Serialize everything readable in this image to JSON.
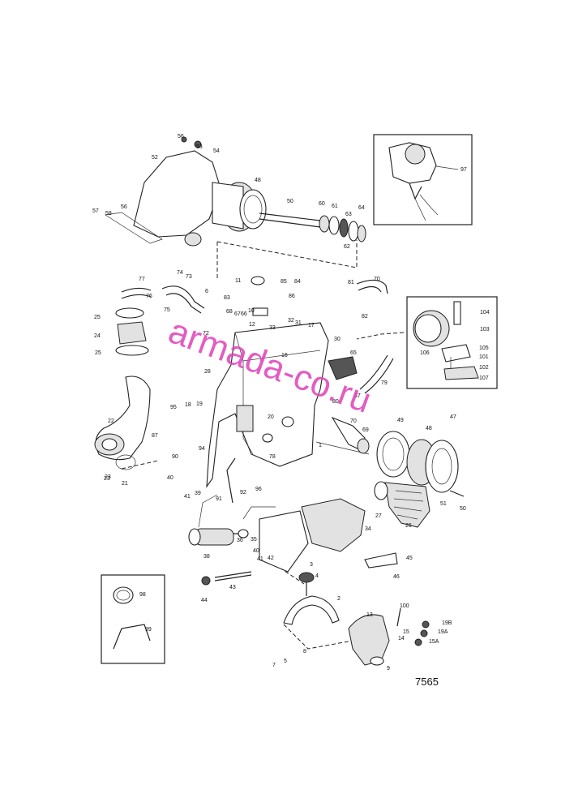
{
  "drawing": {
    "number": "7565",
    "watermark": "armada-co.ru"
  },
  "labels": [
    "56",
    "53",
    "54",
    "52",
    "48",
    "50",
    "60",
    "61",
    "63",
    "64",
    "62",
    "57",
    "58",
    "56",
    "97",
    "77",
    "74",
    "73",
    "6",
    "11",
    "85",
    "84",
    "83",
    "86",
    "81",
    "70",
    "82",
    "76",
    "75",
    "68",
    "67",
    "66",
    "10",
    "12",
    "32",
    "33",
    "31",
    "17",
    "72",
    "25",
    "24",
    "25",
    "23",
    "104",
    "103",
    "106",
    "105",
    "101",
    "102",
    "107",
    "30",
    "28",
    "16",
    "65",
    "79",
    "37",
    "80",
    "95",
    "18",
    "19",
    "20",
    "87",
    "22",
    "90",
    "94",
    "78",
    "1",
    "70",
    "69",
    "47",
    "49",
    "48",
    "23",
    "21",
    "40",
    "41",
    "39",
    "96",
    "92",
    "91",
    "27",
    "26",
    "51",
    "50",
    "34",
    "36",
    "35",
    "38",
    "41",
    "40",
    "42",
    "45",
    "3",
    "4",
    "46",
    "44",
    "43",
    "98",
    "99",
    "2",
    "13",
    "100",
    "15",
    "19B",
    "19A",
    "14",
    "15A",
    "7",
    "5",
    "8",
    "9"
  ]
}
